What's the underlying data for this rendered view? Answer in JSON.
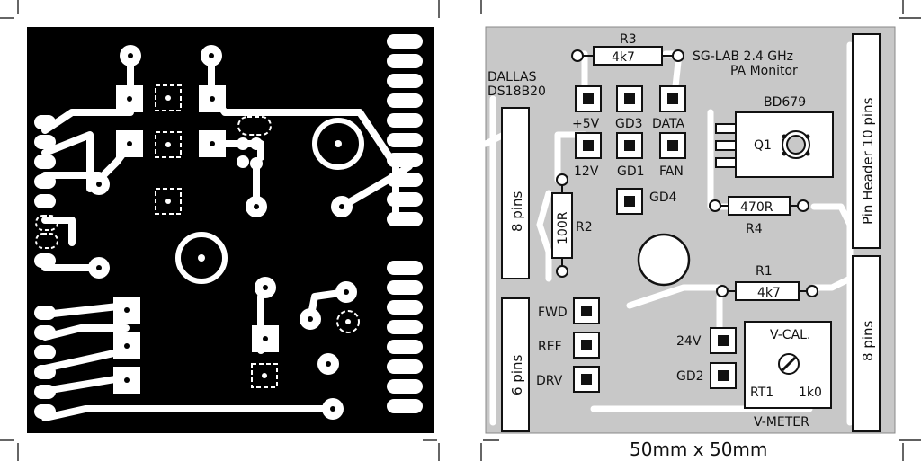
{
  "board": {
    "title_line1": "SG-LAB  2.4 GHz",
    "title_line2": "PA Monitor",
    "dimensions": "50mm x 50mm"
  },
  "sensor": {
    "line1": "DALLAS",
    "line2": "DS18B20"
  },
  "components": {
    "r1": {
      "ref": "R1",
      "value": "4k7"
    },
    "r2": {
      "ref": "R2",
      "value": "100R"
    },
    "r3": {
      "ref": "R3",
      "value": "4k7"
    },
    "r4": {
      "ref": "R4",
      "value": "470R"
    },
    "q1": {
      "part": "BD679",
      "ref": "Q1"
    },
    "rt1": {
      "ref": "RT1",
      "value": "1k0",
      "label": "V-CAL."
    }
  },
  "pads": {
    "p5v": "+5V",
    "gd3": "GD3",
    "data": "DATA",
    "p12v": "12V",
    "gd1": "GD1",
    "fan": "FAN",
    "gd4": "GD4",
    "fwd": "FWD",
    "ref": "REF",
    "drv": "DRV",
    "p24v": "24V",
    "gd2": "GD2"
  },
  "headers": {
    "left_top": "8 pins",
    "left_bottom": "6 pins",
    "right_top": "Pin Header  10 pins",
    "right_bottom": "8 pins"
  },
  "vmeter": "V-METER"
}
